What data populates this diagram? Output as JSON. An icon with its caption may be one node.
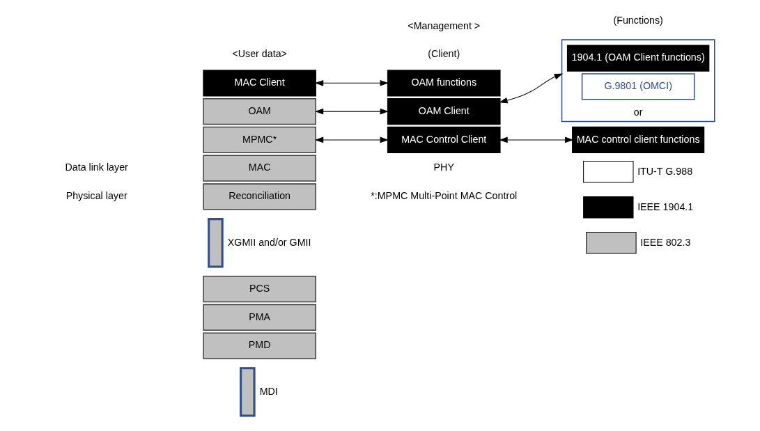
{
  "diagram": {
    "nodes": [
      {
        "text": [
          "MAC Client"
        ]
      },
      {
        "text": [
          "OAM"
        ]
      },
      {
        "text": [
          "MPMC*"
        ]
      },
      {
        "text": [
          "MAC"
        ]
      },
      {
        "text": [
          "Reconciliation"
        ]
      },
      {
        "text": [],
        "shape": "bar",
        "beside": [
          "XGMII and/or GMII"
        ]
      },
      {
        "text": [
          "PCS"
        ]
      },
      {
        "text": [
          "PMA"
        ]
      },
      {
        "text": [
          "PMD"
        ]
      },
      {
        "text": [],
        "shape": "bar",
        "beside": [
          "MDI"
        ]
      },
      {
        "text": [
          "OAM functions"
        ]
      },
      {
        "text": [
          "OAM Client"
        ]
      },
      {
        "text": [
          "or"
        ]
      },
      {
        "text": [
          "G.9801 (OMCI)"
        ],
        "in": 12
      },
      {
        "text": [
          "1904.1 (OAM Client functions)"
        ],
        "in": 12
      },
      {
        "text": [
          "MAC Control Client"
        ]
      },
      {
        "text": [
          "MAC control client functions"
        ]
      }
    ],
    "edges": [
      {
        "from": 0,
        "to": 10,
        "arrow": "both"
      },
      {
        "from": 1,
        "to": 11,
        "arrow": "both"
      },
      {
        "from": 2,
        "to": 15,
        "arrow": "both"
      },
      {
        "from": 11,
        "to": 12,
        "arrow": "both"
      },
      {
        "from": 15,
        "to": 16,
        "arrow": "both"
      }
    ],
    "labels": [
      "<User data>",
      "<Management >",
      "(Client)",
      "(Functions)",
      "Data link layer",
      "Physical layer",
      "PHY",
      "*:MPMC Multi-Point MAC Control"
    ],
    "legend": [
      {
        "text": "ITU-T G.988",
        "color": "#ffffff"
      },
      {
        "text": "IEEE 1904.1",
        "color": "#000000"
      },
      {
        "text": "IEEE 802.3",
        "color": "#c0c0c0"
      }
    ]
  }
}
